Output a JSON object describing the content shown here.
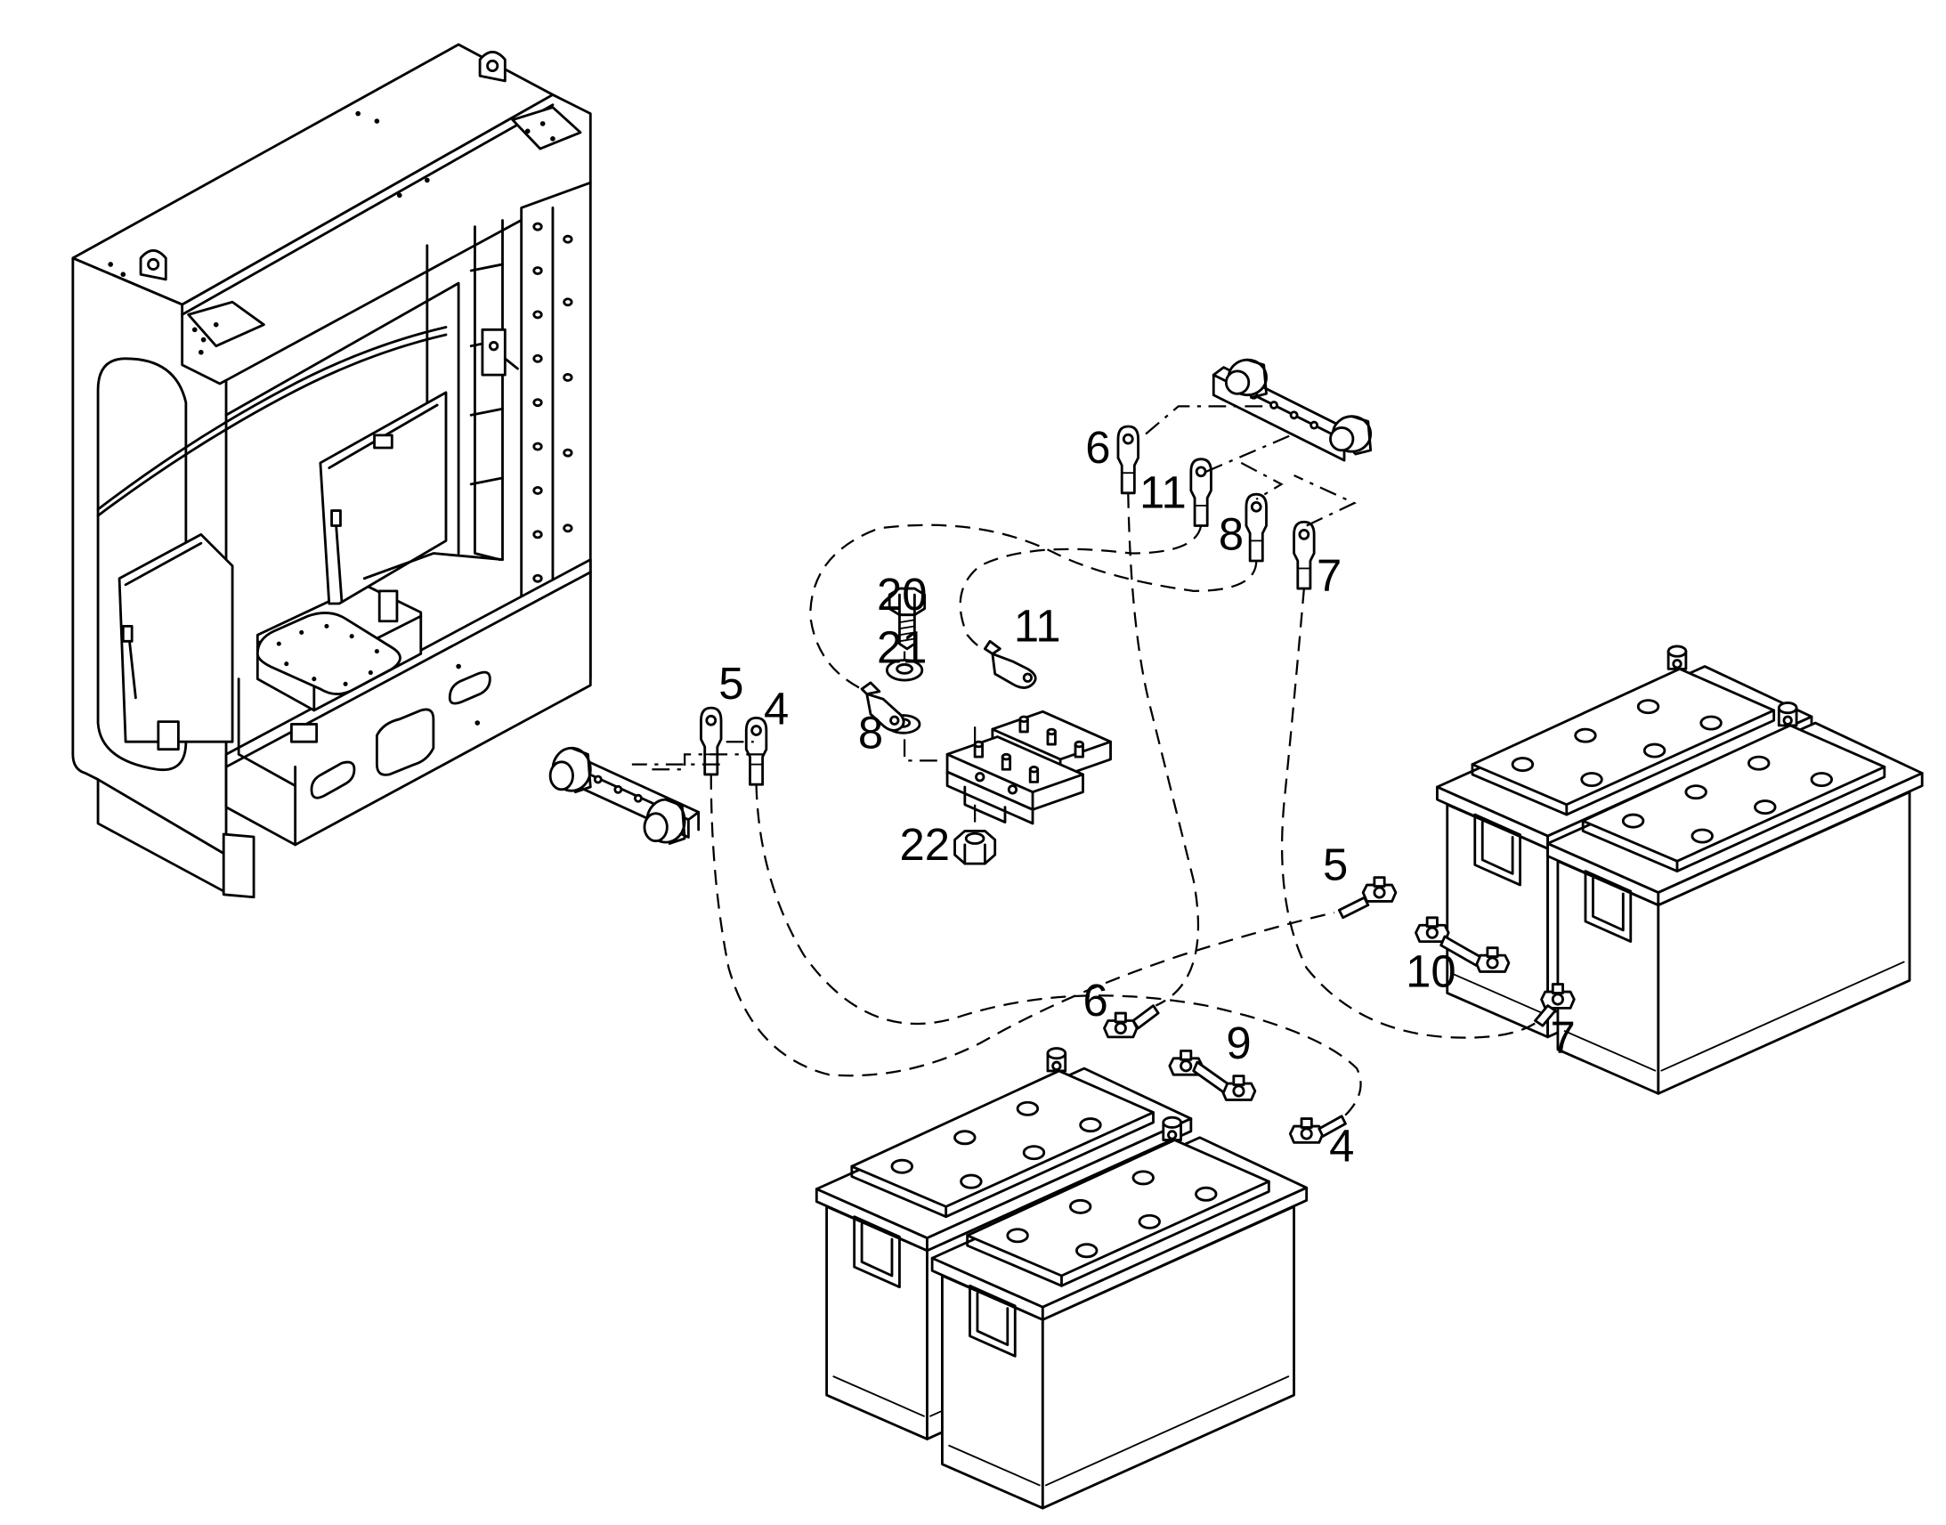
{
  "callouts": [
    {
      "id": "c20",
      "text": "20"
    },
    {
      "id": "c21",
      "text": "21"
    },
    {
      "id": "c8a",
      "text": "8"
    },
    {
      "id": "c22",
      "text": "22"
    },
    {
      "id": "c11a",
      "text": "11"
    },
    {
      "id": "c6a",
      "text": "6"
    },
    {
      "id": "c11b",
      "text": "11"
    },
    {
      "id": "c8b",
      "text": "8"
    },
    {
      "id": "c7a",
      "text": "7"
    },
    {
      "id": "c5a",
      "text": "5"
    },
    {
      "id": "c4a",
      "text": "4"
    },
    {
      "id": "c5b",
      "text": "5"
    },
    {
      "id": "c10",
      "text": "10"
    },
    {
      "id": "c7b",
      "text": "7"
    },
    {
      "id": "c6b",
      "text": "6"
    },
    {
      "id": "c9",
      "text": "9"
    },
    {
      "id": "c4b",
      "text": "4"
    }
  ]
}
